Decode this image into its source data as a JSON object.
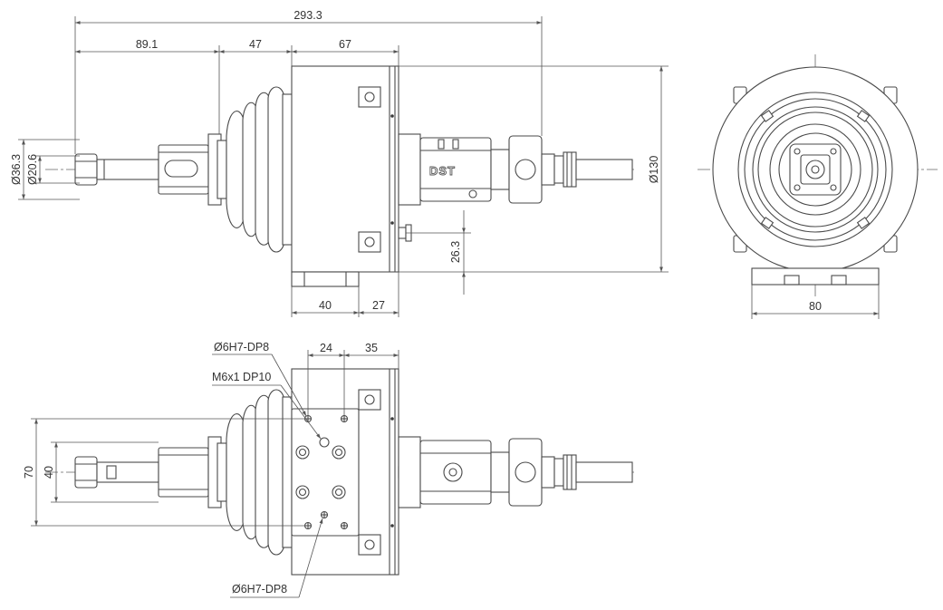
{
  "brand_logo": "DST",
  "dimensions": {
    "overall_length": "293.3",
    "shaft_length": "89.1",
    "bellows_length": "47",
    "body_length": "67",
    "shaft_diameter_outer": "Ø36.3",
    "shaft_diameter_inner": "Ø20.6",
    "body_diameter": "Ø130",
    "port_height": "26.3",
    "base_length": "40",
    "base_offset": "27",
    "base_width": "80",
    "mount_pitch_x": "24",
    "mount_offset_x": "35",
    "mount_span_outer": "70",
    "mount_span_inner": "40"
  },
  "callouts": {
    "pin_hole_top": "Ø6H7-DP8",
    "thread_hole": "M6x1 DP10",
    "pin_hole_bottom": "Ø6H7-DP8"
  }
}
